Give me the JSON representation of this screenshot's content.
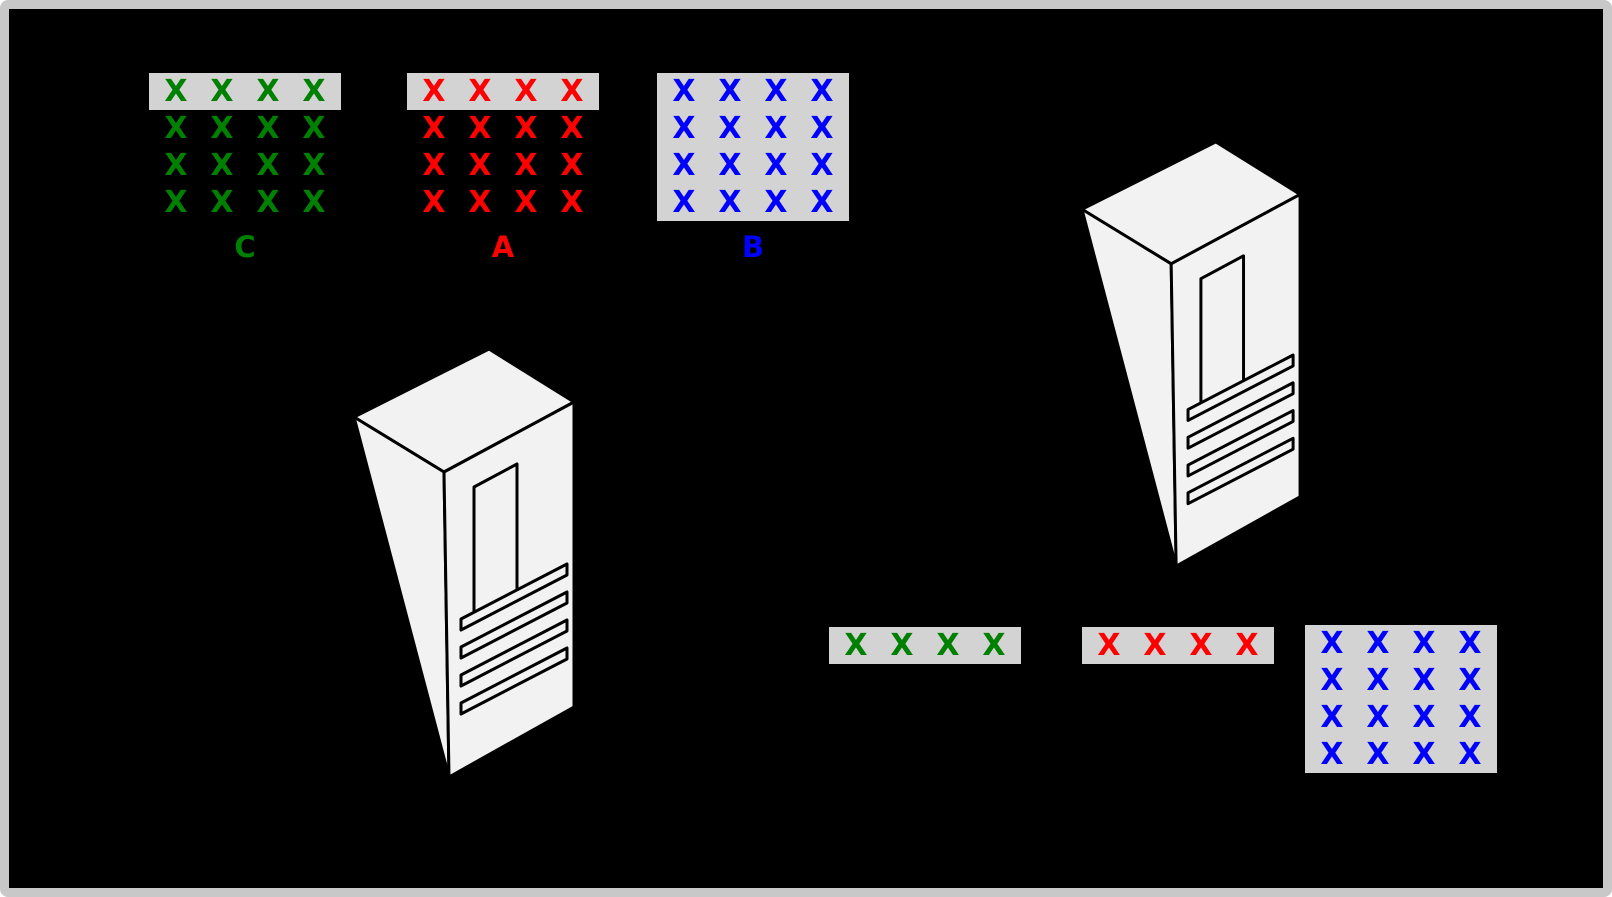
{
  "diagram": {
    "mark": "X",
    "colors": {
      "green": "#008000",
      "red": "#ff0000",
      "blue": "#0000ff",
      "highlight": "#d3d3d3",
      "frame": "#c8c8c8",
      "background": "#000000",
      "server_fill": "#f2f2f2",
      "server_stroke": "#000000",
      "server_shadow": "#000000"
    },
    "source_tables": [
      {
        "id": "C",
        "label": "C",
        "color": "#008000",
        "rows": 4,
        "cols": 4,
        "highlighted_rows": [
          0
        ],
        "full_highlight": false
      },
      {
        "id": "A",
        "label": "A",
        "color": "#ff0000",
        "rows": 4,
        "cols": 4,
        "highlighted_rows": [
          0
        ],
        "full_highlight": false
      },
      {
        "id": "B",
        "label": "B",
        "color": "#0000ff",
        "rows": 4,
        "cols": 4,
        "highlighted_rows": [],
        "full_highlight": true
      }
    ],
    "replica_tables": [
      {
        "id": "C-row",
        "color": "#008000",
        "rows": 1,
        "cols": 4,
        "highlighted_rows": [],
        "full_highlight": true
      },
      {
        "id": "A-row",
        "color": "#ff0000",
        "rows": 1,
        "cols": 4,
        "highlighted_rows": [],
        "full_highlight": true
      },
      {
        "id": "B-copy",
        "color": "#0000ff",
        "rows": 4,
        "cols": 4,
        "highlighted_rows": [],
        "full_highlight": true
      }
    ],
    "servers": [
      {
        "id": "server-1"
      },
      {
        "id": "server-2"
      }
    ]
  }
}
